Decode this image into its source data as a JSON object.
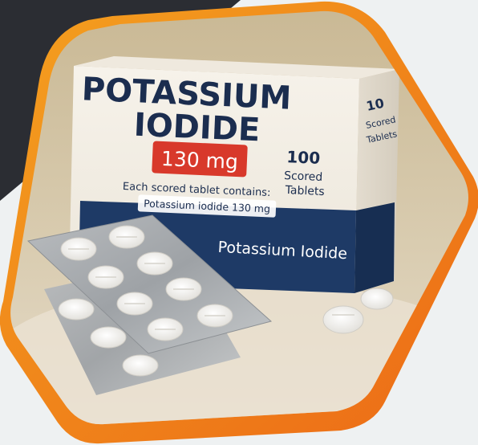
{
  "box": {
    "title_line1": "POTASSIUM",
    "title_line2": "IODIDE",
    "strength": "130 mg",
    "count_number": "100",
    "count_line1": "Scored",
    "count_line2": "Tablets",
    "contents_line1": "Each scored tablet contains:",
    "contents_line2": "Potassium iodide 130 mg",
    "band_label": "Potassium Iodide",
    "side_number": "10",
    "side_line1": "Scored",
    "side_line2": "Tablets"
  },
  "colors": {
    "dark_band": "#2b2d33",
    "orange_frame": "#f07d1a",
    "box_blue": "#1e3a66",
    "strength_red": "#d8392b"
  }
}
